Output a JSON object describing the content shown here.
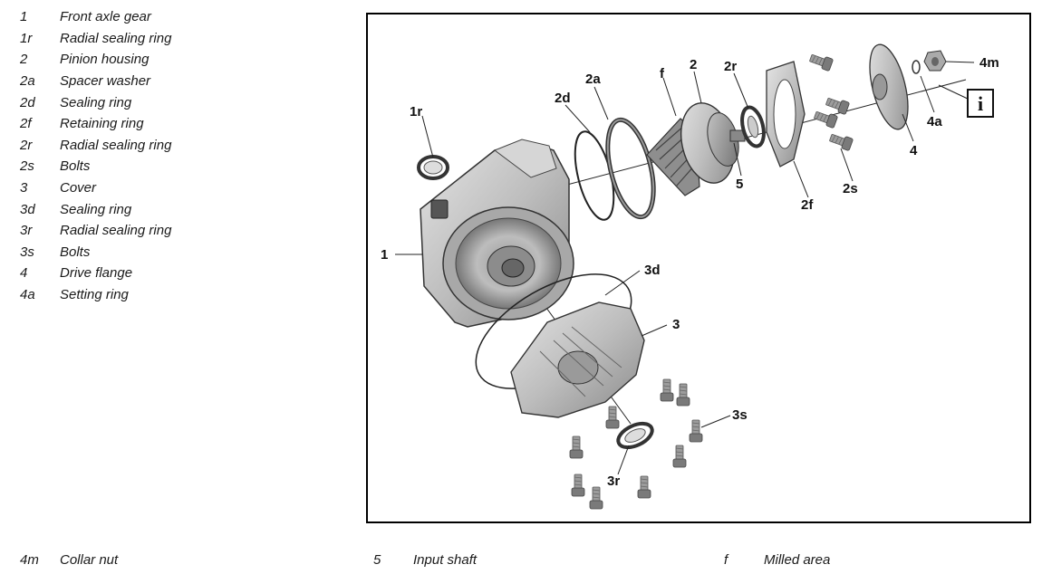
{
  "legend": [
    {
      "code": "1",
      "label": "Front axle gear"
    },
    {
      "code": "1r",
      "label": "Radial sealing ring"
    },
    {
      "code": "2",
      "label": "Pinion housing"
    },
    {
      "code": "2a",
      "label": "Spacer washer"
    },
    {
      "code": "2d",
      "label": "Sealing ring"
    },
    {
      "code": "2f",
      "label": "Retaining ring"
    },
    {
      "code": "2r",
      "label": "Radial sealing ring"
    },
    {
      "code": "2s",
      "label": "Bolts"
    },
    {
      "code": "3",
      "label": "Cover"
    },
    {
      "code": "3d",
      "label": "Sealing ring"
    },
    {
      "code": "3r",
      "label": "Radial sealing ring"
    },
    {
      "code": "3s",
      "label": "Bolts"
    },
    {
      "code": "4",
      "label": "Drive flange"
    },
    {
      "code": "4a",
      "label": "Setting ring"
    }
  ],
  "bottom_legend": [
    {
      "code": "4m",
      "label": "Collar nut"
    },
    {
      "code": "5",
      "label": "Input shaft"
    },
    {
      "code": "f",
      "label": "Milled area"
    }
  ],
  "callouts": {
    "c1": "1",
    "c1r": "1r",
    "c2": "2",
    "c2a": "2a",
    "c2d": "2d",
    "c2f": "2f",
    "c2r": "2r",
    "c2s": "2s",
    "c3": "3",
    "c3d": "3d",
    "c3r": "3r",
    "c3s": "3s",
    "c4": "4",
    "c4a": "4a",
    "c4m": "4m",
    "c5": "5",
    "cf": "f"
  },
  "info_icon": {
    "glyph": "i",
    "name": "info-icon"
  }
}
